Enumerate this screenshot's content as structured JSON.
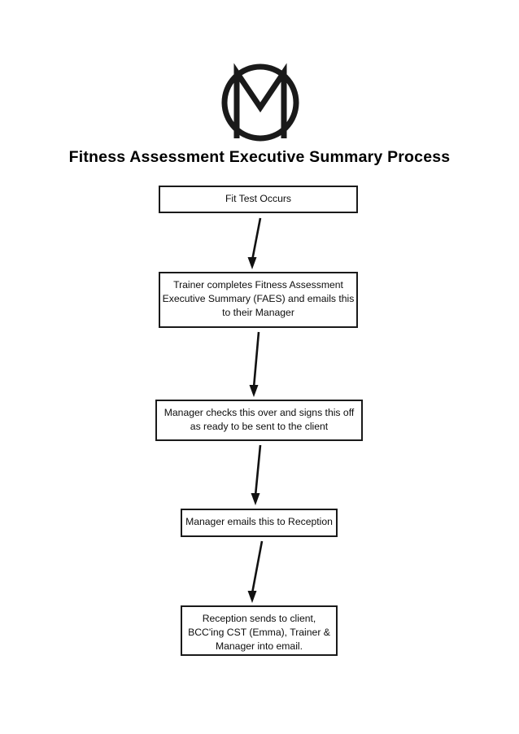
{
  "page": {
    "background_color": "#ffffff",
    "ink_color": "#000000"
  },
  "logo": {
    "name": "circled-m-logo",
    "alt_text": "M"
  },
  "title": "Fitness Assessment Executive Summary Process",
  "flowchart": {
    "type": "flowchart",
    "orientation": "top-to-bottom",
    "nodes": [
      {
        "id": "node-1",
        "text": "Fit Test Occurs"
      },
      {
        "id": "node-2",
        "text": "Trainer completes Fitness Assessment\nExecutive Summary (FAES) and emails this\nto their Manager"
      },
      {
        "id": "node-3",
        "text": "Manager checks this over and signs this off\nas ready to be sent to the client"
      },
      {
        "id": "node-4",
        "text": "Manager emails this to Reception"
      },
      {
        "id": "node-5",
        "text": "Reception sends to client,\nBCC'ing CST (Emma), Trainer &\nManager into email."
      }
    ],
    "edges": [
      {
        "id": "arrow-1",
        "from": "node-1",
        "to": "node-2",
        "style": "solid-arrow-down"
      },
      {
        "id": "arrow-2",
        "from": "node-2",
        "to": "node-3",
        "style": "solid-arrow-down"
      },
      {
        "id": "arrow-3",
        "from": "node-3",
        "to": "node-4",
        "style": "solid-arrow-down"
      },
      {
        "id": "arrow-4",
        "from": "node-4",
        "to": "node-5",
        "style": "solid-arrow-down"
      }
    ]
  }
}
